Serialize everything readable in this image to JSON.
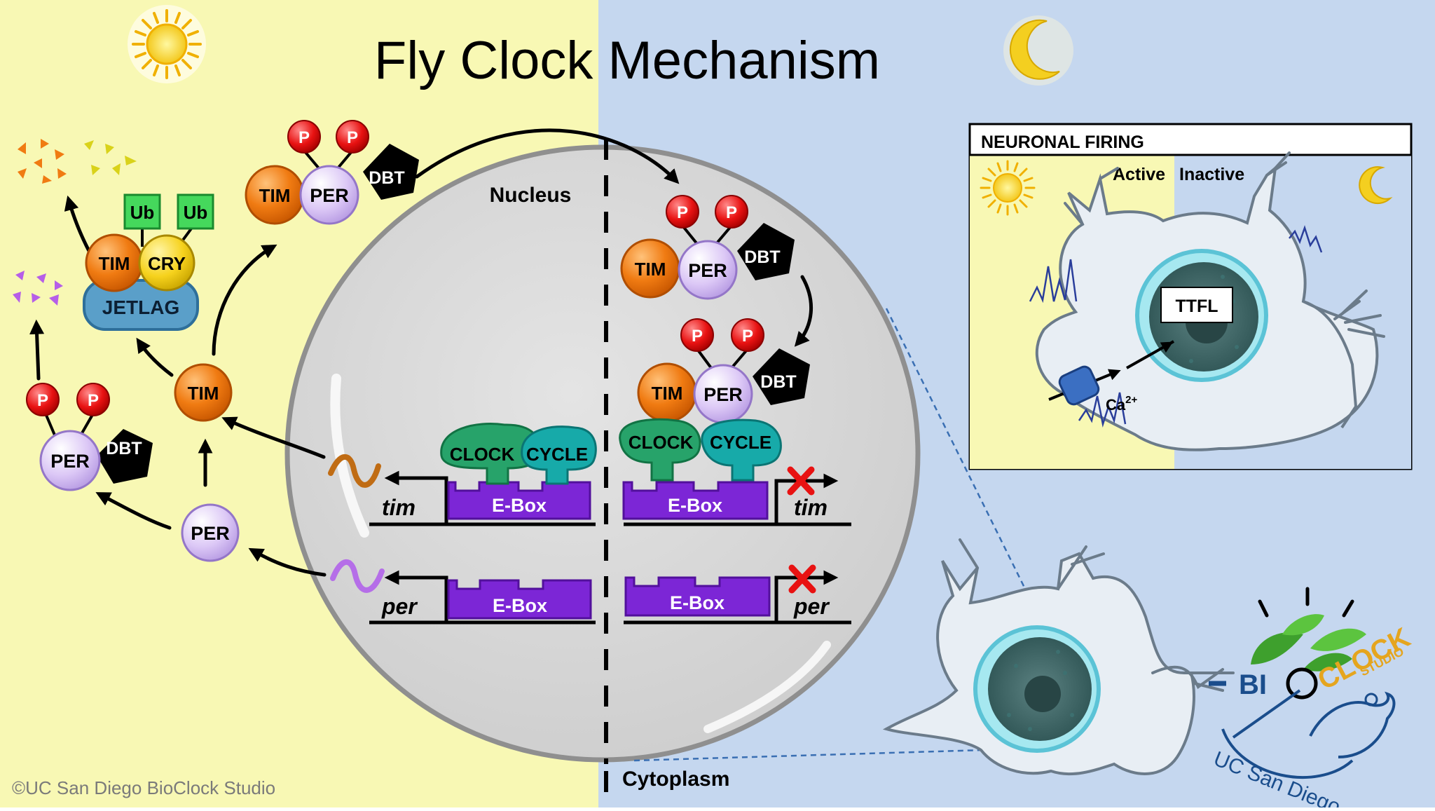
{
  "title": "Fly Clock Mechanism",
  "copyright": "©UC San Diego BioClock Studio",
  "regions": {
    "nucleus": "Nucleus",
    "cytoplasm": "Cytoplasm"
  },
  "proteins": {
    "tim": "TIM",
    "per": "PER",
    "dbt": "DBT",
    "cry": "CRY",
    "jetlag": "JETLAG",
    "ub": "Ub",
    "p": "P",
    "clock": "CLOCK",
    "cycle": "CYCLE",
    "ebox": "E-Box"
  },
  "genes": {
    "tim": "tim",
    "per": "per"
  },
  "inset": {
    "title": "NEURONAL FIRING",
    "active": "Active",
    "inactive": "Inactive",
    "ttfl": "TTFL",
    "ca": "Ca",
    "ca_sup": "2+"
  },
  "logo": {
    "bi": "BI",
    "o": "O",
    "clock": "CLOCK",
    "studio": "STUDIO",
    "ucsd": "UC San Diego"
  },
  "colors": {
    "day": "#f8f8b4",
    "night": "#c5d7ef",
    "tim": "#f07b12",
    "per": "#d9c4f4",
    "p": "#e81212",
    "clock": "#27a36a",
    "cycle": "#17aaa9",
    "ebox": "#7c26d6",
    "ub": "#45d85c",
    "cry": "#f6d21d",
    "jetlag": "#5a9fc9",
    "nucleus": "#dcdcdc"
  }
}
